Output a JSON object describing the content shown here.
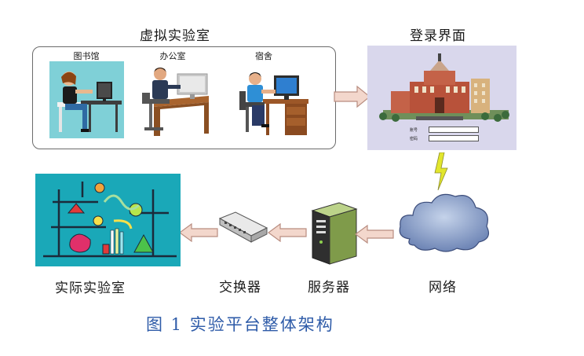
{
  "diagram": {
    "virtual_lab_title": "虚拟实验室",
    "login_title": "登录界面",
    "scenes": [
      {
        "label": "图书馆"
      },
      {
        "label": "办公室"
      },
      {
        "label": "宿舍"
      }
    ],
    "login_form": {
      "account_label": "账号",
      "password_label": "密码"
    },
    "bottom_labels": {
      "real_lab": "实际实验室",
      "switch": "交换器",
      "server": "服务器",
      "network": "网络"
    },
    "caption": "图 1 实验平台整体架构"
  },
  "colors": {
    "arrow_fill": "#f3d7cc",
    "arrow_stroke": "#b98d80",
    "caption": "#2e5ba8",
    "scene_bg": "#7fd0d7",
    "login_bg": "#d9d7ec",
    "lab_bg": "#1aa8b8",
    "lightning": "#e2e62c"
  }
}
